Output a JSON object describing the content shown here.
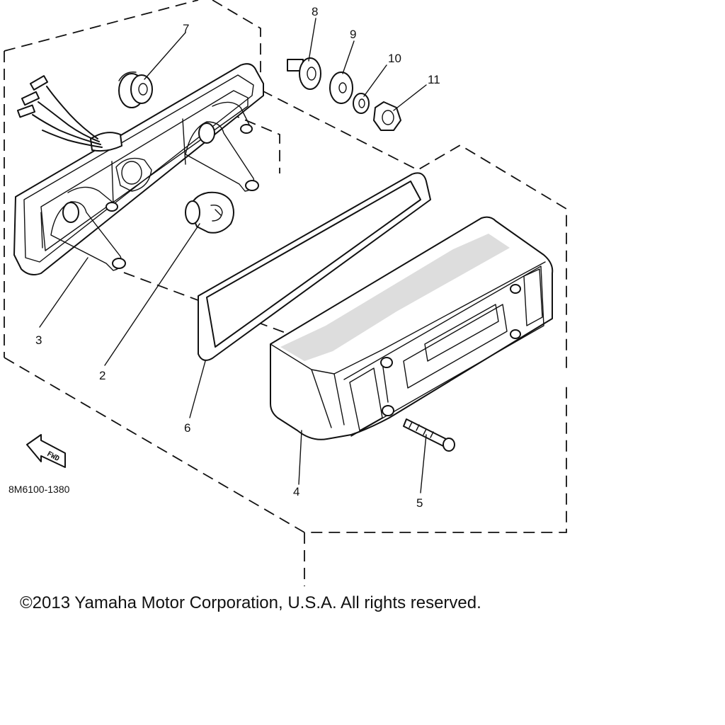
{
  "diagram": {
    "part_labels": {
      "p2": "2",
      "p3": "3",
      "p4": "4",
      "p5": "5",
      "p6": "6",
      "p7": "7",
      "p8": "8",
      "p9": "9",
      "p10": "10",
      "p11": "11"
    },
    "direction_label": "FWD",
    "diagram_code": "8M6100-1380"
  },
  "footer": {
    "copyright": "©2013 Yamaha Motor Corporation, U.S.A. All rights reserved."
  }
}
